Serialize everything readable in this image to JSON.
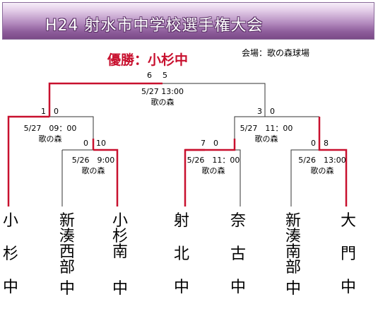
{
  "banner": {
    "title": "H24  射水市中学校選手権大会"
  },
  "champion": {
    "label": "優勝：小杉中"
  },
  "venue": {
    "label": "会場：歌の森球場"
  },
  "final": {
    "date": "5/27 13:00",
    "place": "歌の森",
    "score_left": "6",
    "score_right": "5"
  },
  "semifinal_left": {
    "date": "5/27　09：00",
    "place": "歌の森",
    "score_left": "1",
    "score_right": "0"
  },
  "semifinal_right": {
    "date": "5/27　11：00",
    "place": "歌の森",
    "score_left": "3",
    "score_right": "0"
  },
  "quarter_left": {
    "date": "5/26　9:00",
    "place": "歌の森",
    "score_left": "0",
    "score_right": "10"
  },
  "quarter_mid": {
    "date": "5/26　11：00",
    "place": "歌の森",
    "score_left": "7",
    "score_right": "0"
  },
  "quarter_right": {
    "date": "5/26　13:00",
    "place": "歌の森",
    "score_left": "0",
    "score_right": "8"
  },
  "teams": {
    "t1": {
      "c1": "小",
      "c2": "杉",
      "c3": "中"
    },
    "t2": {
      "c1": "新",
      "c2": "湊",
      "c3": "西",
      "c4": "部",
      "c5": "中"
    },
    "t3": {
      "c1": "小",
      "c2": "杉",
      "c3": "南",
      "c4": "中"
    },
    "t4": {
      "c1": "射",
      "c2": "北",
      "c3": "中"
    },
    "t5": {
      "c1": "奈",
      "c2": "古",
      "c3": "中"
    },
    "t6": {
      "c1": "新",
      "c2": "湊",
      "c3": "南",
      "c4": "部",
      "c5": "中"
    },
    "t7": {
      "c1": "大",
      "c2": "門",
      "c3": "中"
    }
  },
  "colors": {
    "winner_line": "#c8102e",
    "loser_line": "#333333",
    "banner": "#9b6aa8"
  }
}
